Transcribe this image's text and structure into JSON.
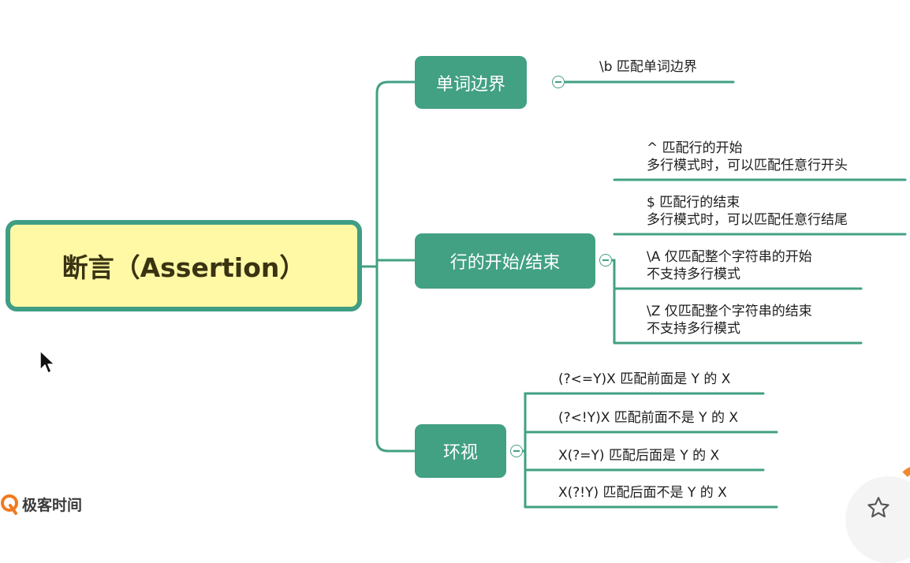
{
  "root": {
    "label": "断言（Assertion）"
  },
  "branches": [
    {
      "label": "单词边界",
      "leaves": [
        {
          "lines": [
            "\\b 匹配单词边界"
          ]
        }
      ]
    },
    {
      "label": "行的开始/结束",
      "leaves": [
        {
          "lines": [
            "^ 匹配行的开始",
            "多行模式时，可以匹配任意行开头"
          ]
        },
        {
          "lines": [
            "$ 匹配行的结束",
            "多行模式时，可以匹配任意行结尾"
          ]
        },
        {
          "lines": [
            "\\A 仅匹配整个字符串的开始",
            "不支持多行模式"
          ]
        },
        {
          "lines": [
            "\\Z 仅匹配整个字符串的结束",
            "不支持多行模式"
          ]
        }
      ]
    },
    {
      "label": "环视",
      "leaves": [
        {
          "lines": [
            "(?<=Y)X 匹配前面是 Y 的 X"
          ]
        },
        {
          "lines": [
            "(?<!Y)X 匹配前面不是 Y 的 X"
          ]
        },
        {
          "lines": [
            "X(?=Y)  匹配后面是 Y 的 X"
          ]
        },
        {
          "lines": [
            "X(?!Y)  匹配后面不是 Y 的 X"
          ]
        }
      ]
    }
  ],
  "brand": {
    "name": "极客时间"
  },
  "colors": {
    "branch": "#42a083",
    "root_fill": "#fff9a6",
    "root_border": "#3f9e83",
    "connector": "#42a083"
  },
  "icons": [
    "collapse-icon",
    "mouse-cursor-icon",
    "geektime-logo-icon",
    "star-icon"
  ]
}
